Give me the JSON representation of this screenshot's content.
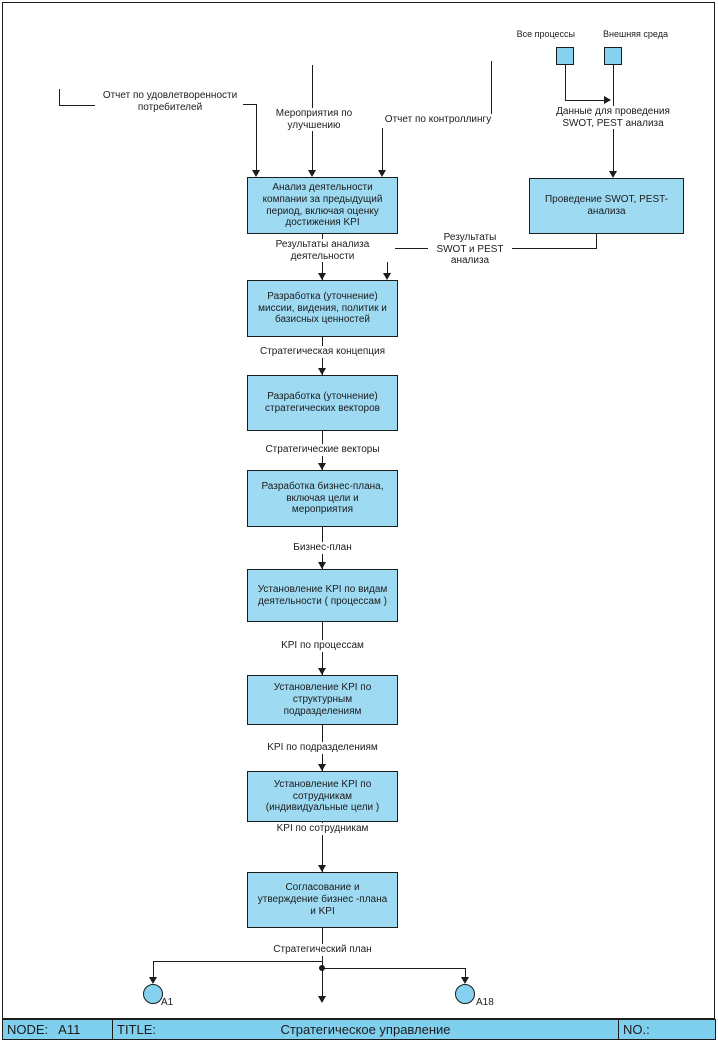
{
  "palette": {
    "box_fill": "#9edaf2",
    "shape_fill": "#84d1f0",
    "bar_fill": "#7fcfef",
    "line": "#1c1c1c"
  },
  "inputs": {
    "customer_report": "Отчет по удовлетворенности\nпотребителей",
    "improvement": "Мероприятия по\nулучшению",
    "controlling_report": "Отчет по контроллингу",
    "all_processes": "Все процессы",
    "external_environment": "Внешняя среда",
    "swot_data": "Данные для проведения\nSWOT, PEST анализа"
  },
  "boxes": {
    "analysis": "Анализ деятельности\nкомпании за предыдущий\nпериод, включая оценку\nдостижения KPI",
    "swot": "Проведение SWOT, PEST-\nанализа",
    "mission": "Разработка (уточнение)\nмиссии, видения, политик и\nбазисных ценностей",
    "vectors": "Разработка (уточнение)\nстратегических векторов",
    "business_plan": "Разработка бизнес-плана,\nвключая цели и\nмероприятия",
    "kpi_processes": "Установление  KPI по видам\nдеятельности ( процессам )",
    "kpi_units": "Установление  KPI по\nструктурным\nподразделениям",
    "kpi_employees": "Установление  KPI по\nсотрудникам\n(индивидуальные цели  )",
    "approval": "Согласование и\nутверждение бизнес -плана\nи KPI"
  },
  "flows": {
    "analysis_results": "Результаты анализа\nдеятельности",
    "swot_results": "Результаты\nSWOT и PEST\nанализа",
    "strategic_concept": "Стратегическая концепция",
    "strategic_vectors": "Стратегические векторы",
    "business_plan": "Бизнес-план",
    "kpi_processes": "KPI по процессам",
    "kpi_units": "KPI по подразделениям",
    "kpi_employees": "KPI по сотрудникам",
    "strategic_plan": "Стратегический план"
  },
  "refs": {
    "a1": "A1",
    "a18": "A18"
  },
  "footer": {
    "node_label": "NODE:",
    "node_value": "A11",
    "title_label": "TITLE:",
    "title": "Стратегическое управление",
    "no_label": "NO.:"
  }
}
